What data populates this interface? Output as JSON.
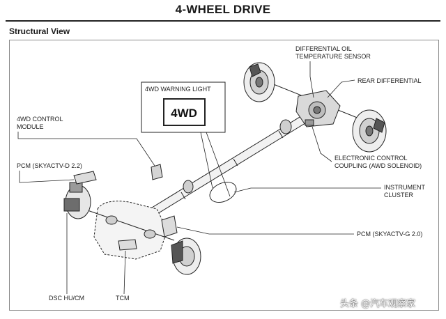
{
  "header": {
    "title": "4-WHEEL DRIVE",
    "section": "Structural View"
  },
  "callouts": {
    "warning_light_title": "4WD WARNING LIGHT",
    "warning_light_symbol": "4WD",
    "diff_oil_sensor_1": "DIFFERENTIAL OIL",
    "diff_oil_sensor_2": "TEMPERATURE SENSOR",
    "rear_differential": "REAR DIFFERENTIAL",
    "control_module_1": "4WD CONTROL",
    "control_module_2": "MODULE",
    "pcm_diesel": "PCM (SKYACTV-D 2.2)",
    "coupling_1": "ELECTRONIC CONTROL",
    "coupling_2": "COUPLING (AWD SOLENOID)",
    "cluster_1": "INSTRUMENT",
    "cluster_2": "CLUSTER",
    "pcm_gasoline": "PCM (SKYACTV-G 2.0)",
    "dsc": "DSC HU/CM",
    "tcm": "TCM"
  },
  "watermark": "头条 @汽车观察家",
  "colors": {
    "line": "#222222",
    "frame": "#8a8a8a",
    "part_fill": "#d9d9d9",
    "part_dark": "#555555"
  }
}
